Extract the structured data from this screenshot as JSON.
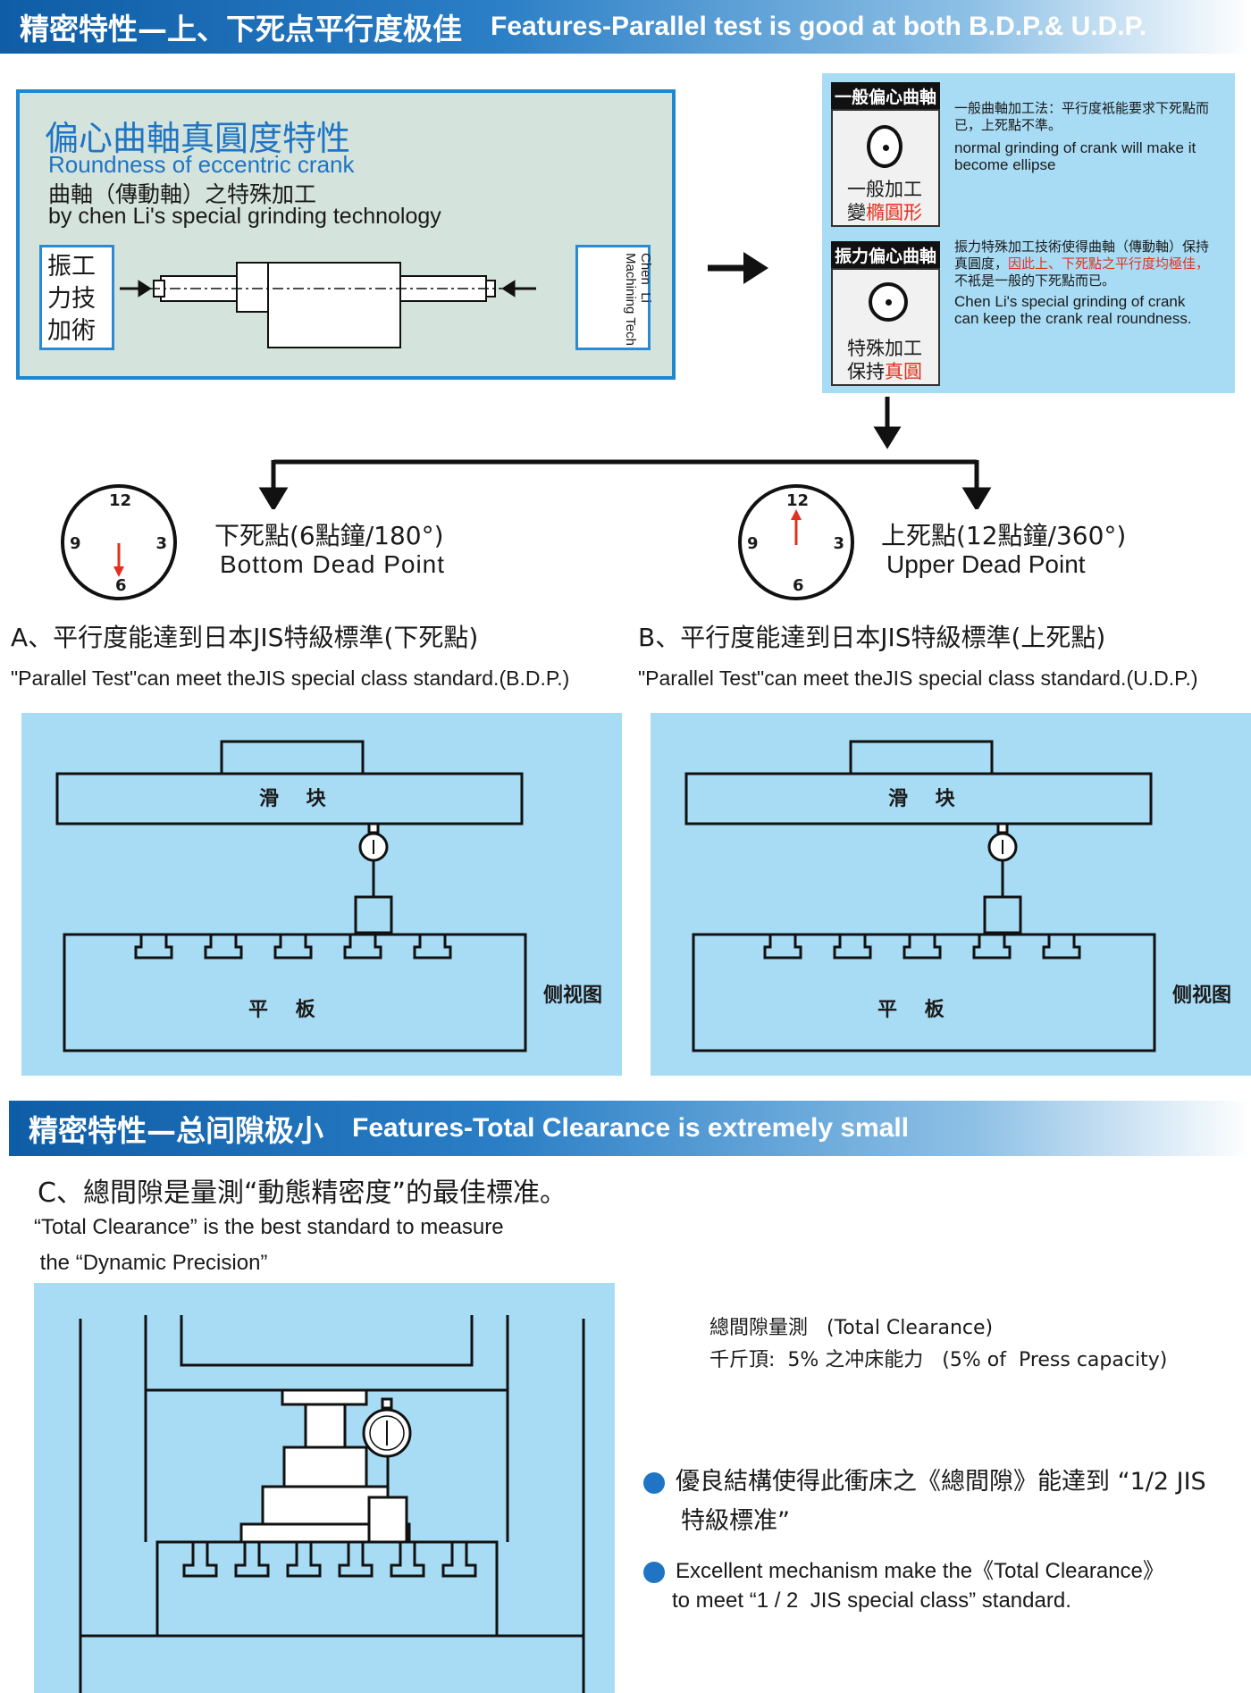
{
  "header1": {
    "zh": "精密特性—上、下死点平行度极佳",
    "en": "Features-Parallel test  is good at both B.D.P.& U.D.P."
  },
  "crank_panel": {
    "title_zh": "偏心曲軸真圓度特性",
    "title_en": "Roundness of eccentric crank",
    "subtitle_zh": "曲軸（傳動軸）之特殊加工",
    "subtitle_en": "by chen Li's special grinding technology",
    "left_box": "振工\n力技\n加術",
    "right_box": "Chen  Li\nMachining Tech"
  },
  "side_panel": {
    "general": {
      "tag": "一般偏心曲軸",
      "icon_l1": "一般加工",
      "icon_l2_a": "變",
      "icon_l2_b": "橢圓形",
      "desc_zh": "一般曲軸加工法：平行度衹能要求下死點而已，上死點不準。",
      "desc_en": "normal grinding of crank will make it become  ellipse"
    },
    "special": {
      "tag": "振力偏心曲軸",
      "icon_l1": "特殊加工",
      "icon_l2_a": "保持",
      "icon_l2_b": "真圓",
      "desc_zh_a": "振力特殊加工技術使得曲軸（傳動軸）保持真圓度，",
      "desc_zh_b": "因此上、下死點之平行度均極佳，",
      "desc_zh_c": "不衹是一般的下死點而已。",
      "desc_en": "Chen Li's special grinding of crank can keep the crank real roundness."
    }
  },
  "positions": {
    "bottom": {
      "zh": "下死點(6點鐘/180°)",
      "en": "Bottom  Dead  Point",
      "clock": {
        "n12": "12",
        "n3": "3",
        "n6": "6",
        "n9": "9"
      }
    },
    "upper": {
      "zh": "上死點(12點鐘/360°)",
      "en": "Upper Dead Point",
      "clock": {
        "n12": "12",
        "n3": "3",
        "n6": "6",
        "n9": "9"
      }
    }
  },
  "tests": {
    "a": {
      "zh": "A、平行度能達到日本JIS特級標準(下死點)",
      "en": "\"Parallel Test\"can meet theJIS special class standard.(B.D.P.)"
    },
    "b": {
      "zh": "B、平行度能達到日本JIS特級標準(上死點)",
      "en": "\"Parallel Test\"can meet theJIS special class standard.(U.D.P.)"
    }
  },
  "diagram_labels": {
    "slide": "滑    块",
    "plate": "平    板",
    "side_view": "侧视图"
  },
  "header2": {
    "zh": "精密特性—总间隙极小",
    "en": "Features-Total Clearance is extremely small"
  },
  "section_c": {
    "zh": "C、總間隙是量測“動態精密度”的最佳標准。",
    "en1": "“Total Clearance” is the best standard to measure",
    "en2": " the “Dynamic Precision”"
  },
  "clearance": {
    "line1": "總間隙量測   (Total Clearance)",
    "line2": "千斤頂:  5% 之冲床能力   (5% of  Press capacity)",
    "bullet1_a": "優良結構使得此衝床之《總間隙》能達到 “1/2 JIS",
    "bullet1_b": "特級標准”",
    "bullet2_a": "Excellent mechanism make the《Total Clearance》",
    "bullet2_b": "to meet “1 / 2  JIS special class” standard."
  },
  "colors": {
    "banner_blue": "#0e5da6",
    "panel_blue": "#a8dcf5",
    "accent_red": "#e3301e",
    "title_blue": "#1f74c4",
    "bullet_blue": "#1f74c4"
  },
  "icons": [
    "right-arrow-icon",
    "down-arrow-icon",
    "clock-icon",
    "dial-gauge-icon",
    "bullet-icon"
  ]
}
